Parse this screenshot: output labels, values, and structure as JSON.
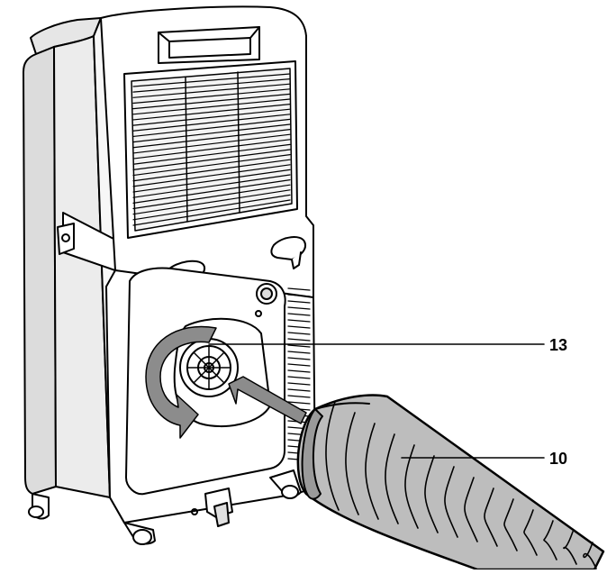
{
  "callouts": [
    {
      "id": "13",
      "label": "13"
    },
    {
      "id": "10",
      "label": "10"
    }
  ],
  "colors": {
    "line": "#000000",
    "panel": "#ffffff",
    "shade": "#d8d8d8",
    "arrow": "#8c8c8c",
    "hose": "#bdbdbd",
    "hose_dark": "#9a9a9a"
  }
}
